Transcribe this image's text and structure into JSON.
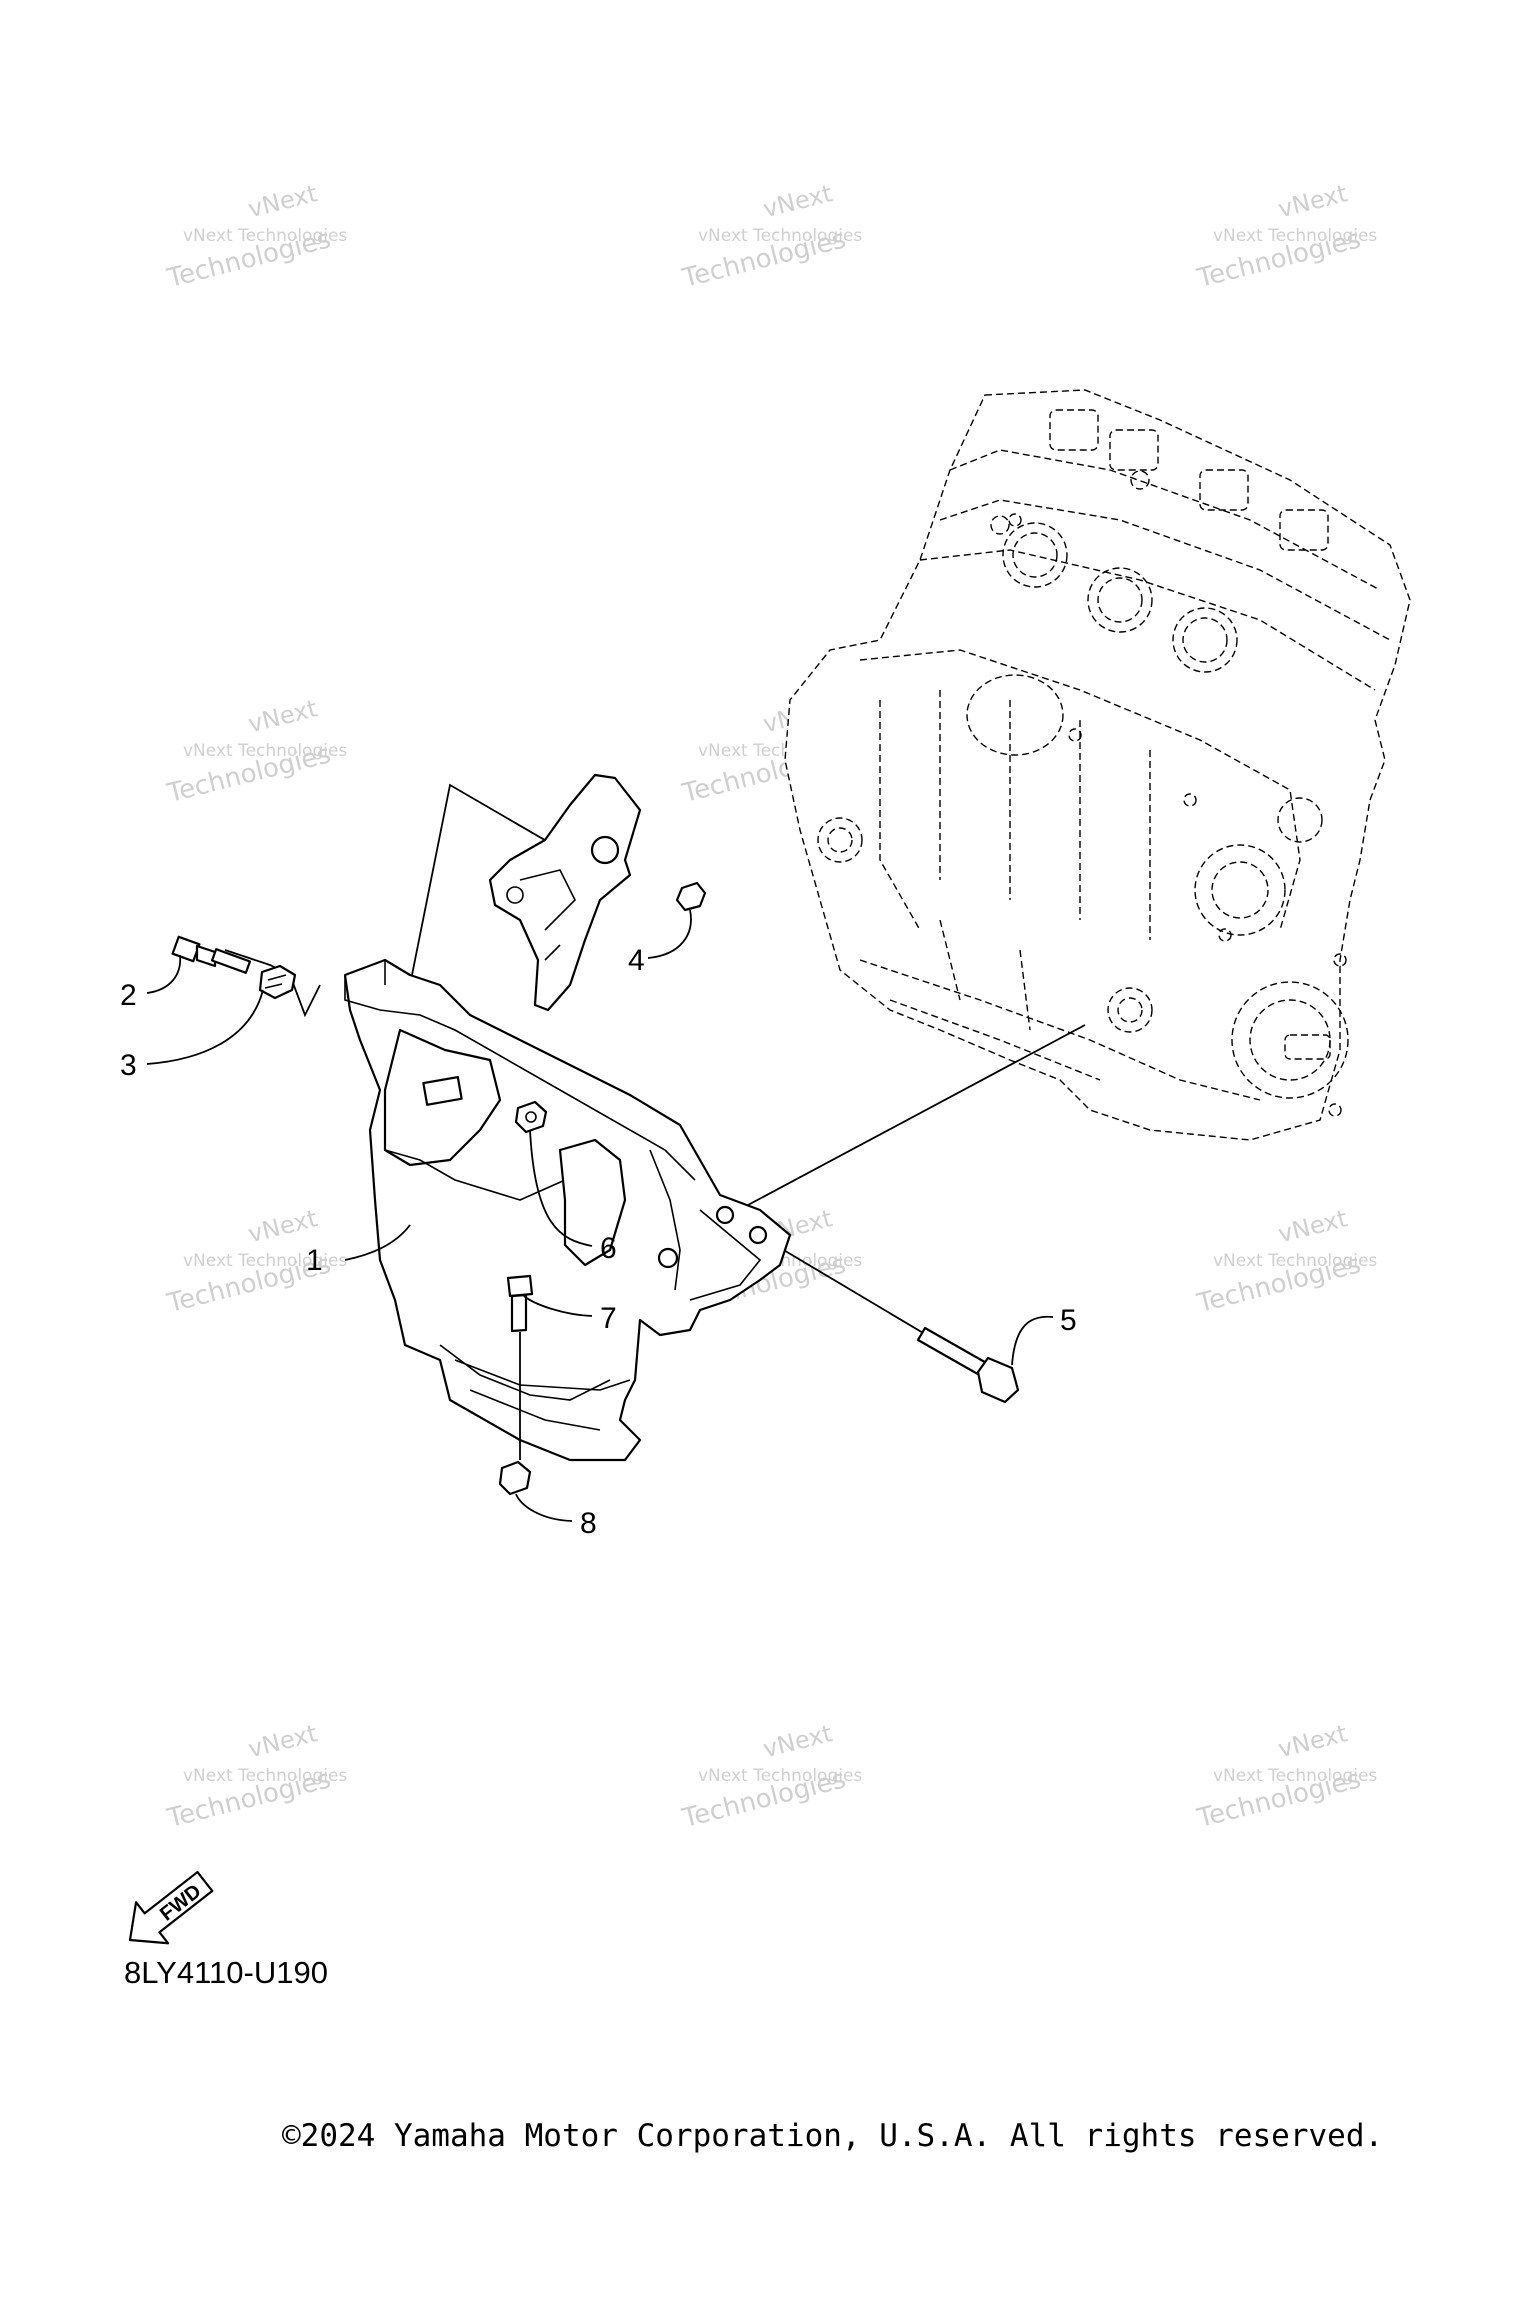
{
  "watermark": {
    "line1": "vNext",
    "line2": "vNext Technologies",
    "line3": "Technologies"
  },
  "callouts": [
    "1",
    "2",
    "3",
    "4",
    "5",
    "6",
    "7",
    "8"
  ],
  "direction_badge": "FWD",
  "diagram_code": "8LY4110-U190",
  "copyright": "©2024 Yamaha Motor Corporation, U.S.A. All rights reserved."
}
